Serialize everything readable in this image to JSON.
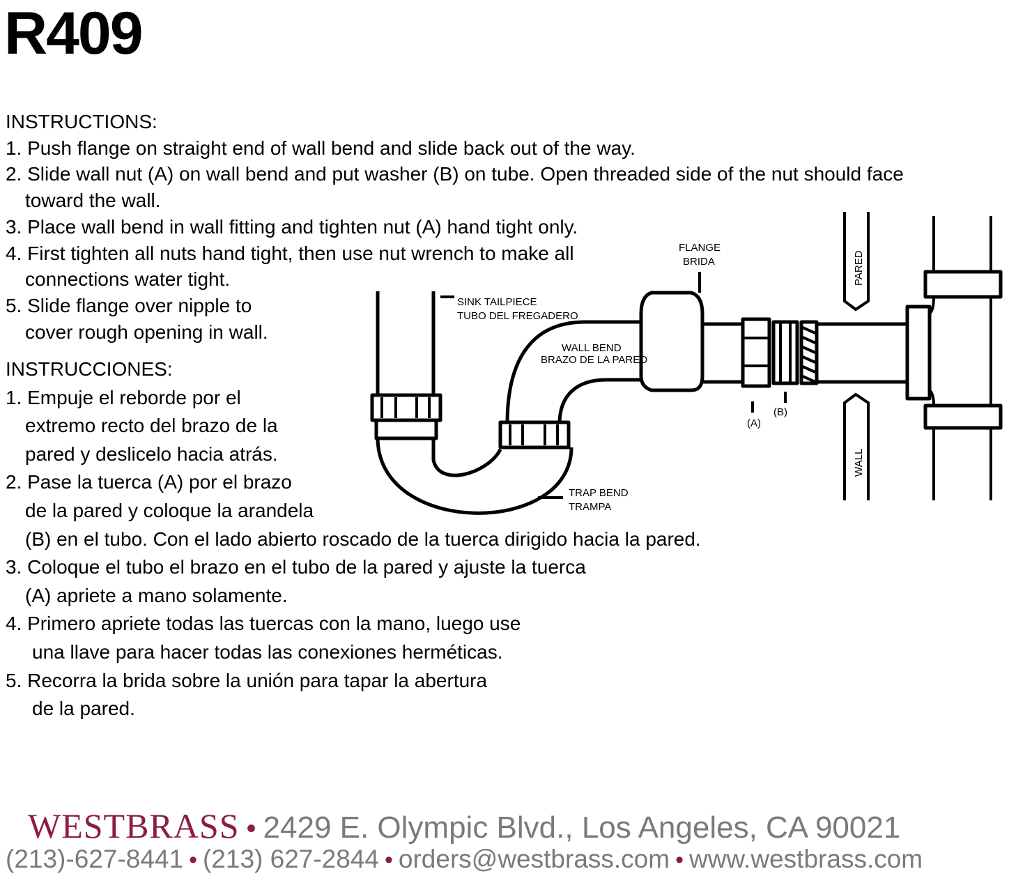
{
  "title": "R409",
  "instructions_en": {
    "heading": "INSTRUCTIONS:",
    "lines": [
      "1. Push flange on straight end of wall bend and slide back out of  the way.",
      "2. Slide wall nut (A) on wall bend and put washer (B) on tube.  Open threaded side of the nut should face",
      "toward the wall.",
      "3. Place wall bend in wall fitting and tighten nut (A) hand tight only.",
      "4. First tighten all nuts hand tight, then use nut wrench to make all",
      "connections water tight.",
      "5. Slide flange over nipple to",
      "cover rough opening in wall."
    ]
  },
  "instructions_es": {
    "heading": "INSTRUCCIONES:",
    "lines": [
      "1. Empuje el reborde por el",
      "extremo recto del brazo de la",
      "pared y deslicelo hacia atrás.",
      "2. Pase la tuerca (A) por el brazo",
      "de la pared y coloque la arandela",
      "(B) en el tubo.  Con el lado abierto roscado de la tuerca dirigido hacia la pared.",
      "3. Coloque el tubo el brazo en el tubo de la pared y ajuste la tuerca",
      "(A) apriete a mano solamente.",
      "4. Primero apriete todas las tuercas con la mano, luego use",
      "una llave para hacer todas las conexiones herméticas.",
      "5. Recorra la brida sobre la unión para tapar la abertura",
      "de la pared."
    ]
  },
  "diagram_labels": {
    "flange_en": "FLANGE",
    "flange_es": "BRIDA",
    "tailpiece_en": "SINK TAILPIECE",
    "tailpiece_es": "TUBO DEL FREGADERO",
    "wallbend_en": "WALL BEND",
    "wallbend_es": "BRAZO DE LA PARED",
    "trap_en": "TRAP BEND",
    "trap_es": "TRAMPA",
    "nut": "(A)",
    "washer": "(B)",
    "pared": "PARED",
    "wall": "WALL"
  },
  "footer": {
    "brand": "WESTBRASS",
    "separator": "•",
    "address": "2429 E. Olympic Blvd., Los Angeles, CA 90021",
    "phone1": "(213)-627-8441",
    "phone2": "(213) 627-2844",
    "email": "orders@westbrass.com",
    "website": "www.westbrass.com"
  },
  "colors": {
    "brand": "#8a1d47",
    "footer_text": "#7a7a7a"
  }
}
